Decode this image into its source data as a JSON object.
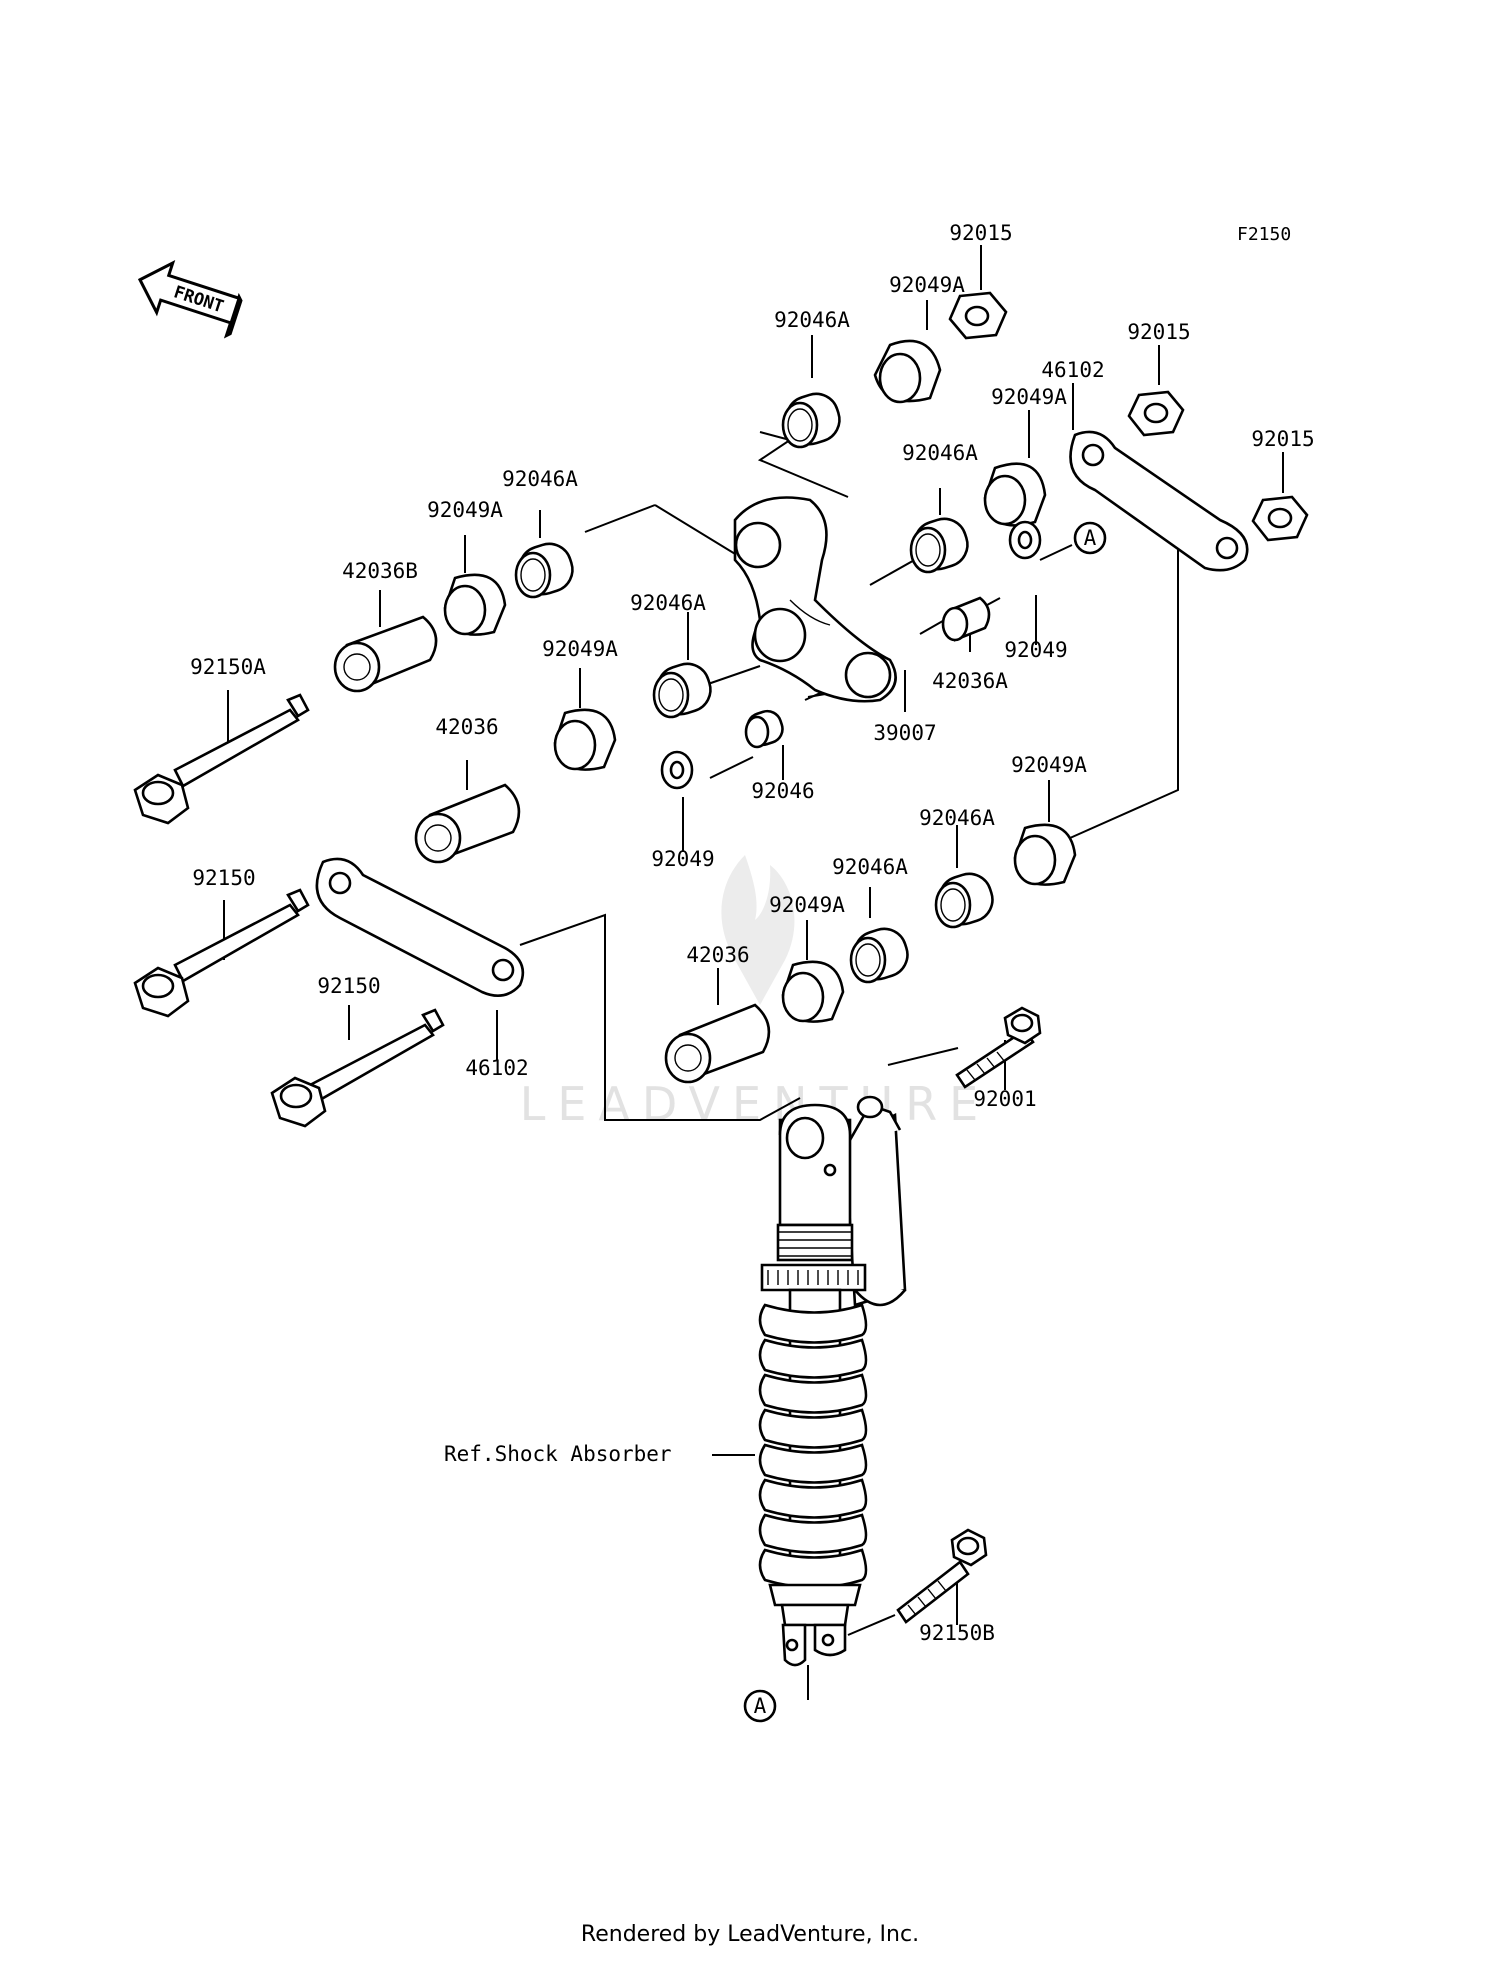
{
  "figure_code": "F2150",
  "front_arrow_label": "FRONT",
  "watermark": "LEADVENTURE",
  "footer": "Rendered by LeadVenture, Inc.",
  "reference_label": "Ref.Shock Absorber",
  "callout_marker": "A",
  "callouts": {
    "c01": "92015",
    "c02": "92049A",
    "c03": "92046A",
    "c04": "92015",
    "c05": "46102",
    "c06": "92049A",
    "c07": "92015",
    "c08": "92046A",
    "c09": "92046A",
    "c10": "92049A",
    "c11": "42036B",
    "c12": "92046A",
    "c13": "92049A",
    "c14": "92049",
    "c15": "42036A",
    "c16": "92150A",
    "c17": "42036",
    "c18": "39007",
    "c19": "92046",
    "c20": "92049A",
    "c21": "92049",
    "c22": "92046A",
    "c23": "92150",
    "c24": "92046A",
    "c25": "92049A",
    "c26": "42036",
    "c27": "92150",
    "c28": "46102",
    "c29": "92001",
    "c30": "92150B"
  }
}
